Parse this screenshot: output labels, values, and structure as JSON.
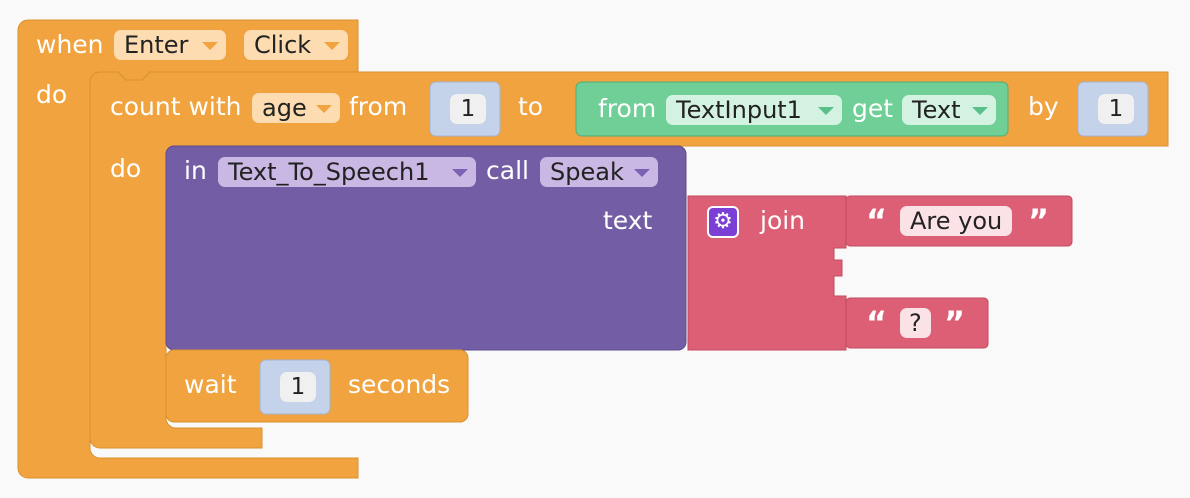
{
  "event_block": {
    "label_when": "when",
    "component": "Enter",
    "event": "Click",
    "label_do": "do"
  },
  "for_block": {
    "label_count_with": "count with",
    "variable": "age",
    "label_from": "from",
    "from_value": "1",
    "label_to": "to",
    "label_by": "by",
    "by_value": "1",
    "label_do": "do"
  },
  "getter_block": {
    "label_from": "from",
    "component": "TextInput1",
    "label_get": "get",
    "property": "Text"
  },
  "speak_block": {
    "label_in": "in",
    "component": "Text_To_Speech1",
    "label_call": "call",
    "method": "Speak",
    "param_label": "text"
  },
  "join_block": {
    "label": "join",
    "gear_icon": "gear-icon"
  },
  "string_1": {
    "open_quote": "“",
    "value": "Are you",
    "close_quote": "”"
  },
  "string_2": {
    "open_quote": "“",
    "value": "?",
    "close_quote": "”"
  },
  "wait_block": {
    "label_wait": "wait",
    "value": "1",
    "label_seconds": "seconds"
  },
  "colors": {
    "control": "#f0a33e",
    "getter": "#6fcf97",
    "component_call": "#735ea6",
    "text": "#dd5f75",
    "number": "#c4d2ea"
  }
}
